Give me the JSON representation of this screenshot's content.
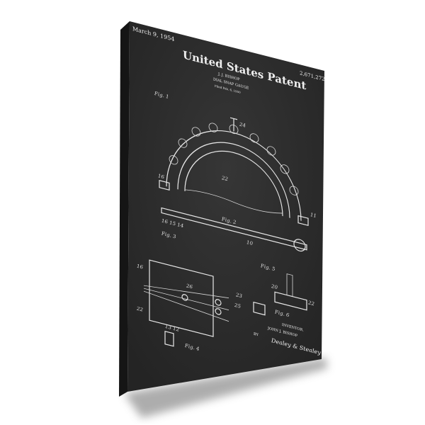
{
  "patent": {
    "date": "March 9, 1954",
    "title": "United States Patent",
    "number": "2,671,272",
    "inventor_short": "J. J. BISHOP",
    "device": "DIAL SNAP GAUGE",
    "filed": "Filed Feb. 6, 1950",
    "inventor_label": "INVENTOR.",
    "inventor_name": "JOHN J. BISHOP",
    "by": "BY",
    "signature": "Dealey & Stealey"
  },
  "figures": {
    "fig1": "Fig. 1",
    "fig2": "Fig. 2",
    "fig3": "Fig. 3",
    "fig4": "Fig. 4",
    "fig5": "Fig. 5",
    "fig6": "Fig. 6"
  },
  "colors": {
    "canvas": "#2b2b2b",
    "canvas_side": "#1a1a1a",
    "ink": "#e8e8e8"
  }
}
